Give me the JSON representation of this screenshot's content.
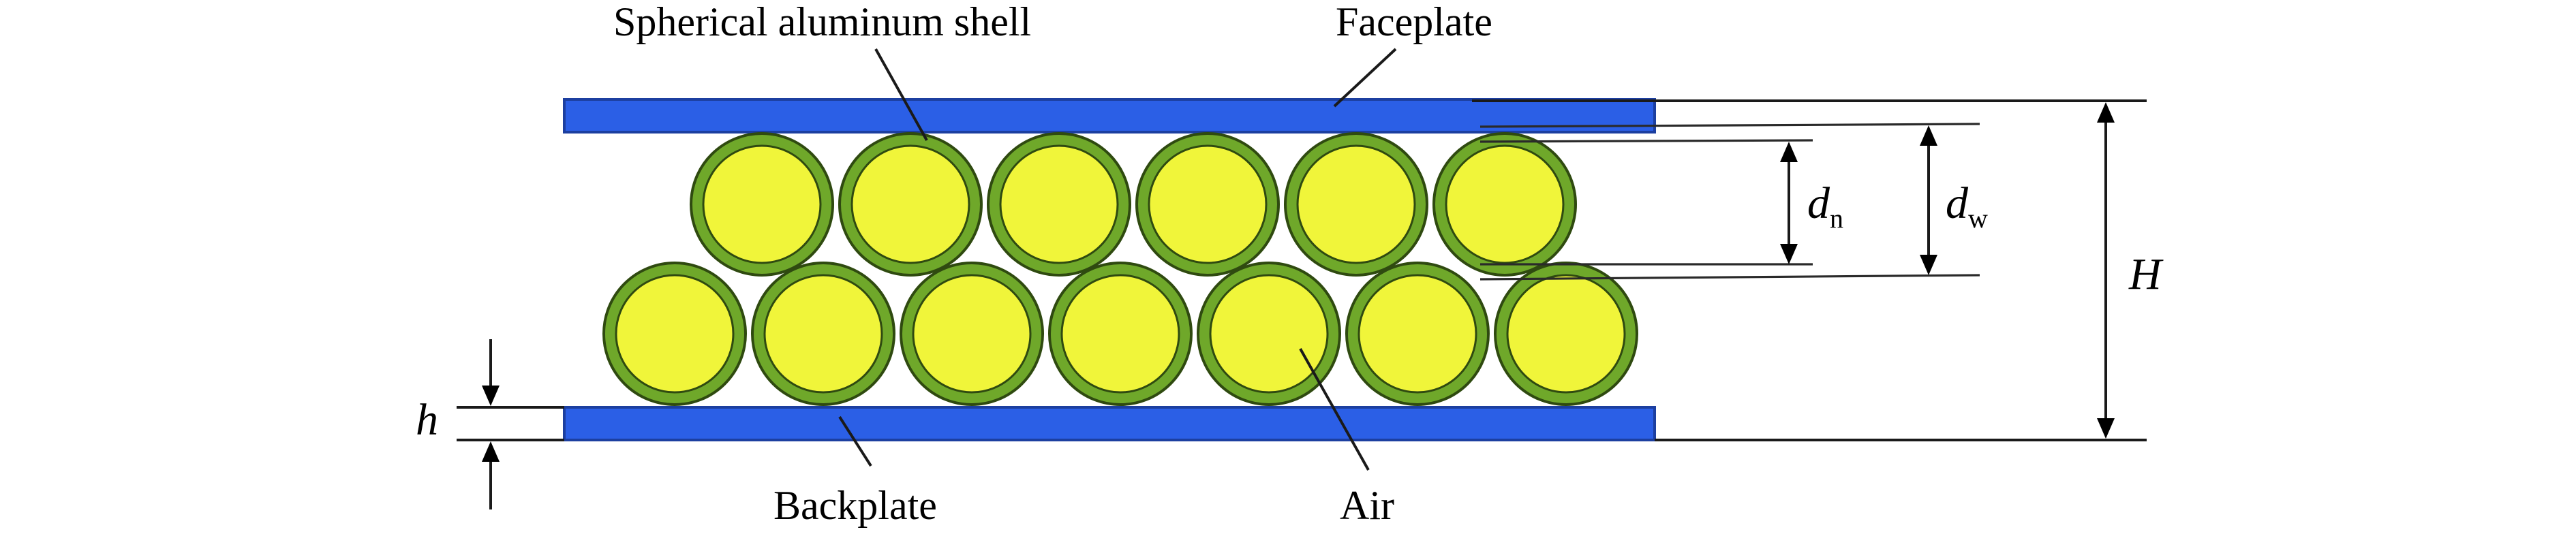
{
  "labels": {
    "shell": "Spherical aluminum shell",
    "faceplate": "Faceplate",
    "backplate": "Backplate",
    "air": "Air",
    "h": "h",
    "H": "H",
    "dn_main": "d",
    "dn_sub": "n",
    "dw_main": "d",
    "dw_sub": "w"
  },
  "colors": {
    "plate": "#2b5fe6",
    "plate_edge": "#1c3fa0",
    "shell_ring": "#6fa82a",
    "shell_edge": "#2f4a10",
    "air_fill": "#f0f53a",
    "ink": "#000000"
  },
  "structure": {
    "top_row_spheres": 6,
    "bottom_row_spheres": 7
  }
}
